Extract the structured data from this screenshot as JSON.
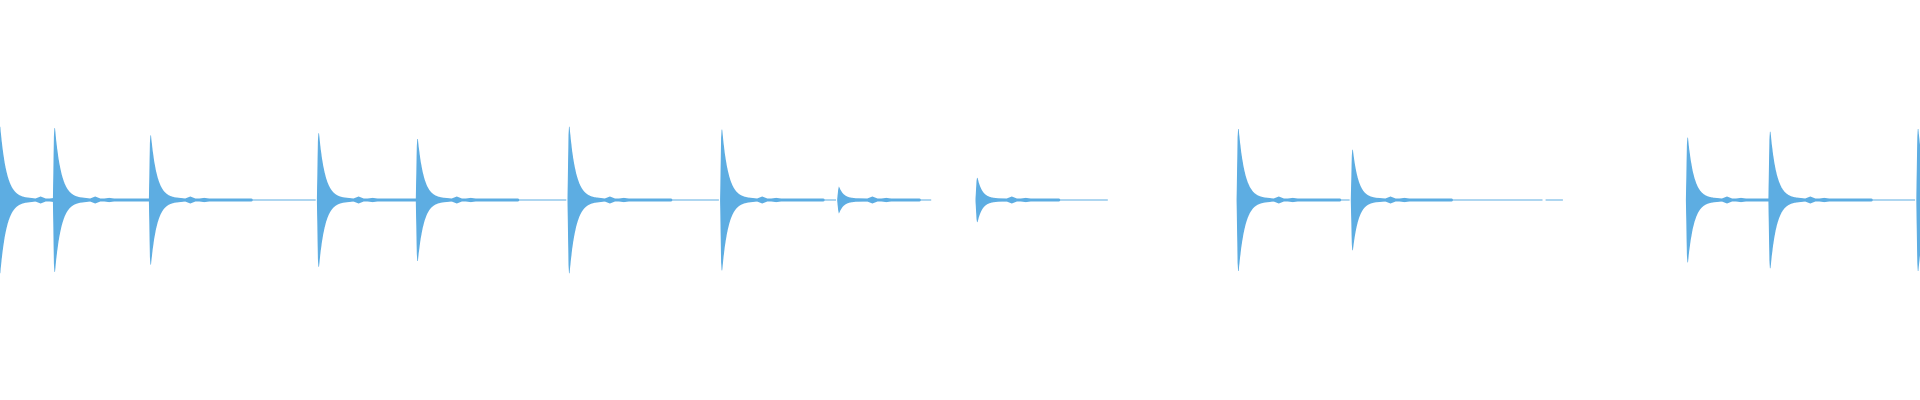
{
  "waveform": {
    "color": "#5DADE2",
    "hits": [
      {
        "t": 0.0,
        "amplitude": 1.0
      },
      {
        "t": 0.0285,
        "amplitude": 0.98
      },
      {
        "t": 0.0785,
        "amplitude": 0.88
      },
      {
        "t": 0.166,
        "amplitude": 0.91
      },
      {
        "t": 0.2175,
        "amplitude": 0.83
      },
      {
        "t": 0.2965,
        "amplitude": 1.0
      },
      {
        "t": 0.376,
        "amplitude": 0.96
      },
      {
        "t": 0.437,
        "amplitude": 0.16
      },
      {
        "t": 0.509,
        "amplitude": 0.29
      },
      {
        "t": 0.645,
        "amplitude": 0.97
      },
      {
        "t": 0.7045,
        "amplitude": 0.68
      },
      {
        "t": 0.879,
        "amplitude": 0.85
      },
      {
        "t": 0.922,
        "amplitude": 0.93
      },
      {
        "t": 0.999,
        "amplitude": 0.97
      }
    ],
    "noise_segments": [
      {
        "start": 0.105,
        "end": 0.152,
        "level": 0.01
      },
      {
        "start": 0.233,
        "end": 0.288,
        "level": 0.01
      },
      {
        "start": 0.318,
        "end": 0.364,
        "level": 0.01
      },
      {
        "start": 0.405,
        "end": 0.427,
        "level": 0.01
      },
      {
        "start": 0.455,
        "end": 0.485,
        "level": 0.01
      },
      {
        "start": 0.525,
        "end": 0.577,
        "level": 0.01
      },
      {
        "start": 0.672,
        "end": 0.692,
        "level": 0.01
      },
      {
        "start": 0.728,
        "end": 0.756,
        "level": 0.01
      },
      {
        "start": 0.768,
        "end": 0.771,
        "level": 0.01
      },
      {
        "start": 0.805,
        "end": 0.814,
        "level": 0.012
      },
      {
        "start": 0.955,
        "end": 0.995,
        "level": 0.01
      }
    ]
  }
}
